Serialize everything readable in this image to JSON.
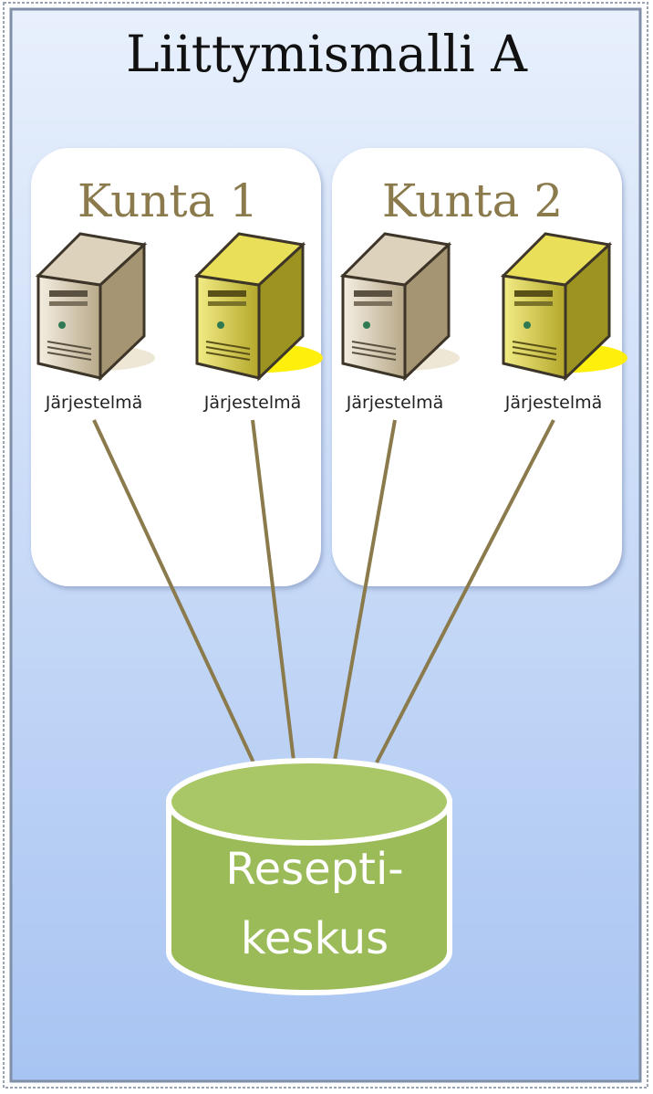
{
  "title": "Liittymismalli A",
  "groups": [
    {
      "label": "Kunta 1",
      "systems": [
        {
          "label": "Järjestelmä",
          "icon": "server-icon",
          "color": "#d8ccb0"
        },
        {
          "label": "Järjestelmä",
          "icon": "server-icon",
          "color": "#e5d94a"
        }
      ]
    },
    {
      "label": "Kunta 2",
      "systems": [
        {
          "label": "Järjestelmä",
          "icon": "server-icon",
          "color": "#d8ccb0"
        },
        {
          "label": "Järjestelmä",
          "icon": "server-icon",
          "color": "#e5d94a"
        }
      ]
    }
  ],
  "database": {
    "line1": "Resepti-",
    "line2": "keskus",
    "icon": "database-icon",
    "color": "#9bbb59"
  },
  "colors": {
    "frame_top": "#e8f0fc",
    "frame_bottom": "#a8c4f2",
    "group_label": "#8a7a4c",
    "connector": "#8a7a4c",
    "highlight": "#ffee00"
  }
}
